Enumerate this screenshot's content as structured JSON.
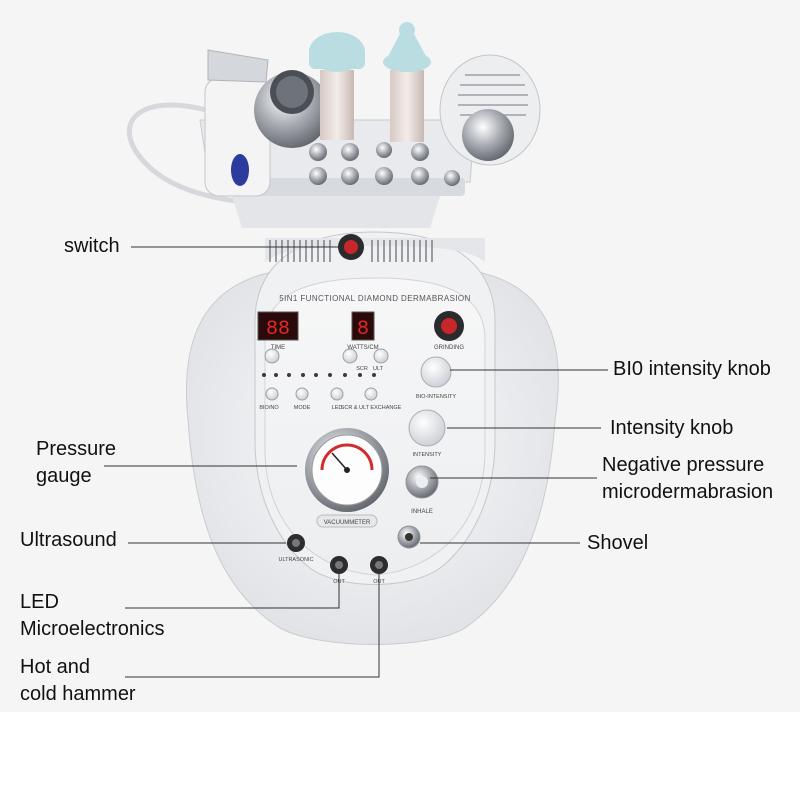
{
  "figure": {
    "device_title": "5IN1 FUNCTIONAL DIAMOND DERMABRASION",
    "displays": {
      "time_value": "88",
      "watts_value": "8"
    },
    "panel_texts": {
      "time": "TIME",
      "watts": "WATTS/CM",
      "grinding": "GRINDING",
      "bio_intensity": "BIO-INTENSITY",
      "intensity": "INTENSITY",
      "inhale": "INHALE",
      "vacuummeter": "VACUUMMETER",
      "ultrasonic": "ULTRASONIC",
      "out_1": "OUT",
      "out_2": "OUT",
      "bio_no": "BIO/NO",
      "mode": "MODE",
      "led": "LED",
      "scr_ult_exchange": "SCR & ULT EXCHANGE",
      "scr": "SCR",
      "ult": "ULT"
    },
    "callouts": [
      {
        "id": "switch",
        "text": "switch"
      },
      {
        "id": "bio-intensity-knob",
        "text": "BI0 intensity knob"
      },
      {
        "id": "intensity-knob",
        "text": "Intensity knob"
      },
      {
        "id": "pressure-gauge",
        "text": "Pressure\ngauge"
      },
      {
        "id": "negative-pressure",
        "text": "Negative pressure\nmicrodermabrasion"
      },
      {
        "id": "ultrasound",
        "text": "Ultrasound"
      },
      {
        "id": "shovel",
        "text": "Shovel"
      },
      {
        "id": "led-microelectronics",
        "text": "LED\nMicroelectronics"
      },
      {
        "id": "hot-cold-hammer",
        "text": "Hot and\ncold hammer"
      }
    ]
  }
}
